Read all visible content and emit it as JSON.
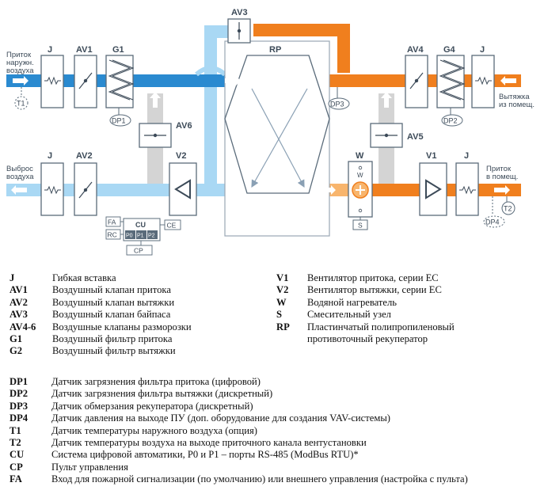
{
  "diagram": {
    "labels": {
      "J_supply": "J",
      "AV1_top": "AV1",
      "G1": "G1",
      "AV3": "AV3",
      "RP": "RP",
      "AV4": "AV4",
      "G4": "G4",
      "J_exhaust": "J",
      "J_left_bottom": "J",
      "AV2": "AV2",
      "AV6": "AV6",
      "V2": "V2",
      "W": "W",
      "AV5": "AV5",
      "V1": "V1",
      "J_right_bottom": "J",
      "DP1": "DP1",
      "DP2": "DP2",
      "DP3": "DP3",
      "DP4": "DP4",
      "T1": "T1",
      "T2": "T2",
      "fa": "FA",
      "rc": "RC",
      "cu": "CU",
      "ce": "CE",
      "cp": "CP",
      "p0": "P0",
      "p1": "P1",
      "p2": "P2",
      "w_small": "W",
      "s_small": "S"
    },
    "flows": {
      "intake_line1": "Приток",
      "intake_line2": "наружн.",
      "intake_line3": "воздуха",
      "exhaust_in_line1": "Вытяжка",
      "exhaust_in_line2": "из помещ.",
      "discharge_line1": "Выброс",
      "discharge_line2": "воздуха",
      "supply_out_line1": "Приток",
      "supply_out_line2": "в помещ."
    },
    "colors": {
      "supply": "#2a8ad0",
      "supply_light": "#a9d8f4",
      "exhaust": "#f07f1e",
      "exhaust_light": "#f8b56d",
      "bypass": "#d4d4d4",
      "box_stroke": "#5a6b7a",
      "text": "#3c4a58"
    }
  },
  "legend": {
    "left": [
      {
        "code": "J",
        "desc": "Гибкая вставка"
      },
      {
        "code": "AV1",
        "desc": "Воздушный клапан притока"
      },
      {
        "code": "AV2",
        "desc": "Воздушный клапан вытяжки"
      },
      {
        "code": "AV3",
        "desc": "Воздушный клапан байпаса"
      },
      {
        "code": "AV4-6",
        "desc": "Воздушные клапаны разморозки"
      },
      {
        "code": "G1",
        "desc": "Воздушный фильтр притока"
      },
      {
        "code": "G2",
        "desc": "Воздушный фильтр вытяжки"
      }
    ],
    "right": [
      {
        "code": "V1",
        "desc": "Вентилятор притока, серии ЕС"
      },
      {
        "code": "V2",
        "desc": "Вентилятор вытяжки, серии ЕС"
      },
      {
        "code": "W",
        "desc": "Водяной нагреватель"
      },
      {
        "code": "S",
        "desc": "Смесительный узел"
      },
      {
        "code": "RP",
        "desc": "Пластинчатый полипропиленовый"
      },
      {
        "code": "",
        "desc": "противоточный рекуператор"
      }
    ],
    "bottom": [
      {
        "code": "DP1",
        "desc": "Датчик загрязнения фильтра притока (цифровой)"
      },
      {
        "code": "DP2",
        "desc": "Датчик загрязнения фильтра вытяжки (дискретный)"
      },
      {
        "code": "DP3",
        "desc": "Датчик обмерзания рекуператора (дискретный)"
      },
      {
        "code": "DP4",
        "desc": "Датчик давления на выходе ПУ (доп. оборудование для создания VAV-системы)"
      },
      {
        "code": "T1",
        "desc": "Датчик температуры наружного воздуха (опция)"
      },
      {
        "code": "T2",
        "desc": "Датчик температуры воздуха на выходе приточного канала вентустановки"
      },
      {
        "code": "CU",
        "desc": "Система цифровой автоматики, P0 и P1 – порты RS-485 (ModBus RTU)*"
      },
      {
        "code": "CP",
        "desc": "Пульт управления"
      },
      {
        "code": "FA",
        "desc": "Вход для пожарной сигнализации (по умолчанию) или внешнего управления (настройка с пульта)"
      }
    ]
  }
}
